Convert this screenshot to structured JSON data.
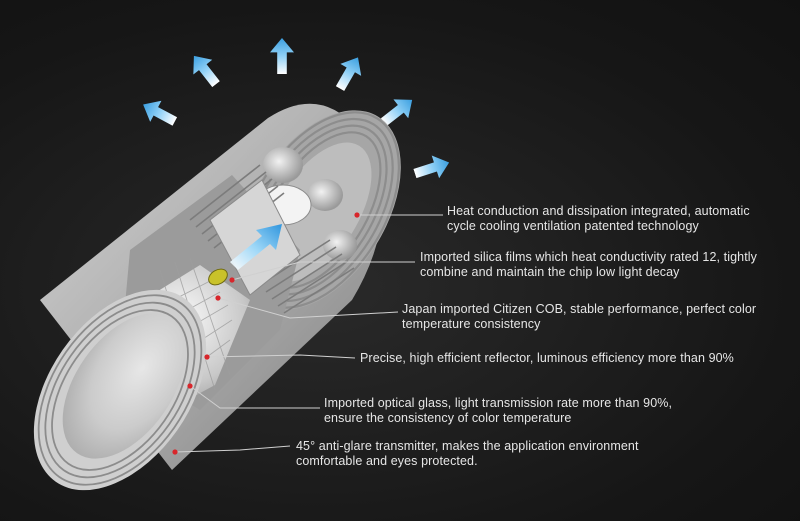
{
  "callouts": [
    {
      "line1": "Heat conduction and dissipation integrated, automatic",
      "line2": "cycle cooling ventilation patented technology"
    },
    {
      "line1": "Imported silica films which heat conductivity rated 12, tightly",
      "line2": "combine and maintain the chip low light decay"
    },
    {
      "line1": "Japan imported Citizen COB, stable performance, perfect color",
      "line2": "temperature consistency"
    },
    {
      "line1": "Precise, high efficient reflector, luminous efficiency more than 90%",
      "line2": ""
    },
    {
      "line1": "Imported optical glass, light transmission rate more than 90%,",
      "line2": "ensure the consistency of color temperature"
    },
    {
      "line1": "45°  anti-glare transmitter, makes the application environment",
      "line2": "comfortable and eyes protected."
    }
  ],
  "colors": {
    "background": "#161616",
    "housing": "#b9b9b9",
    "arrow": "#5fb4ea",
    "marker": "#d8262b",
    "leader": "#d0d0d0",
    "chip": "#c9c22a"
  }
}
